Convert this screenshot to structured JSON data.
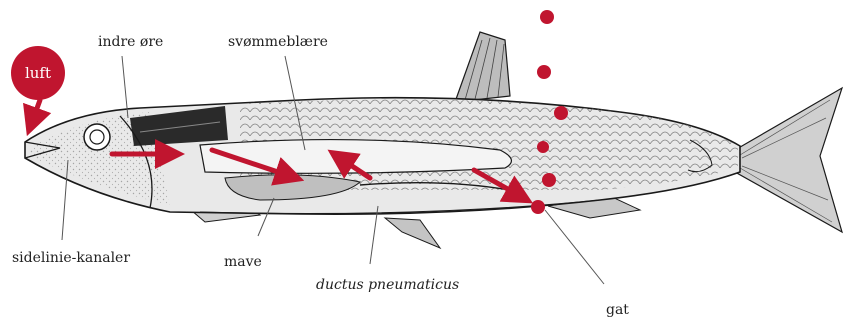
{
  "labels": {
    "luft": "luft",
    "indre_ore": "indre øre",
    "svommeblaere": "svømmeblære",
    "sidelinie": "sidelinie-kanaler",
    "mave": "mave",
    "ductus": "ductus pneumaticus",
    "gat": "gat"
  },
  "colors": {
    "accent": "#c0152f",
    "outline": "#1a1a1a",
    "body_fill": "#e9e9e9",
    "dark_patch": "#2a2a2a"
  },
  "icons": {
    "air_bubble": "filled-circle",
    "flow_arrow": "arrow"
  }
}
